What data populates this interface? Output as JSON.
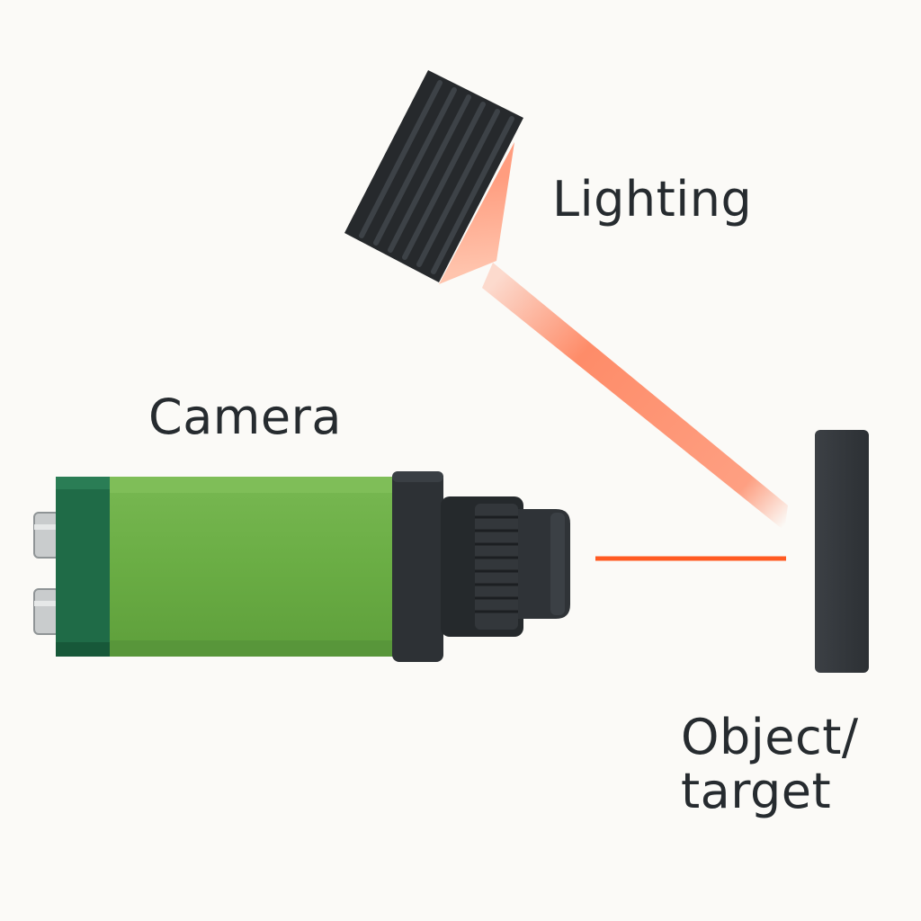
{
  "labels": {
    "lighting": "Lighting",
    "camera": "Camera",
    "object_line1": "Object/",
    "object_line2": "target"
  },
  "colors": {
    "background": "#fbfaf7",
    "camera_body": "#6aad44",
    "camera_back": "#1f6b47",
    "lens_dark": "#2d3135",
    "light_housing": "#26292c",
    "light_beam": "#ff6a3d",
    "object": "#33373b",
    "text": "#262b2f"
  },
  "icons": {
    "camera": "industrial-camera-icon",
    "light": "ring-light-icon",
    "object": "target-object-icon"
  }
}
